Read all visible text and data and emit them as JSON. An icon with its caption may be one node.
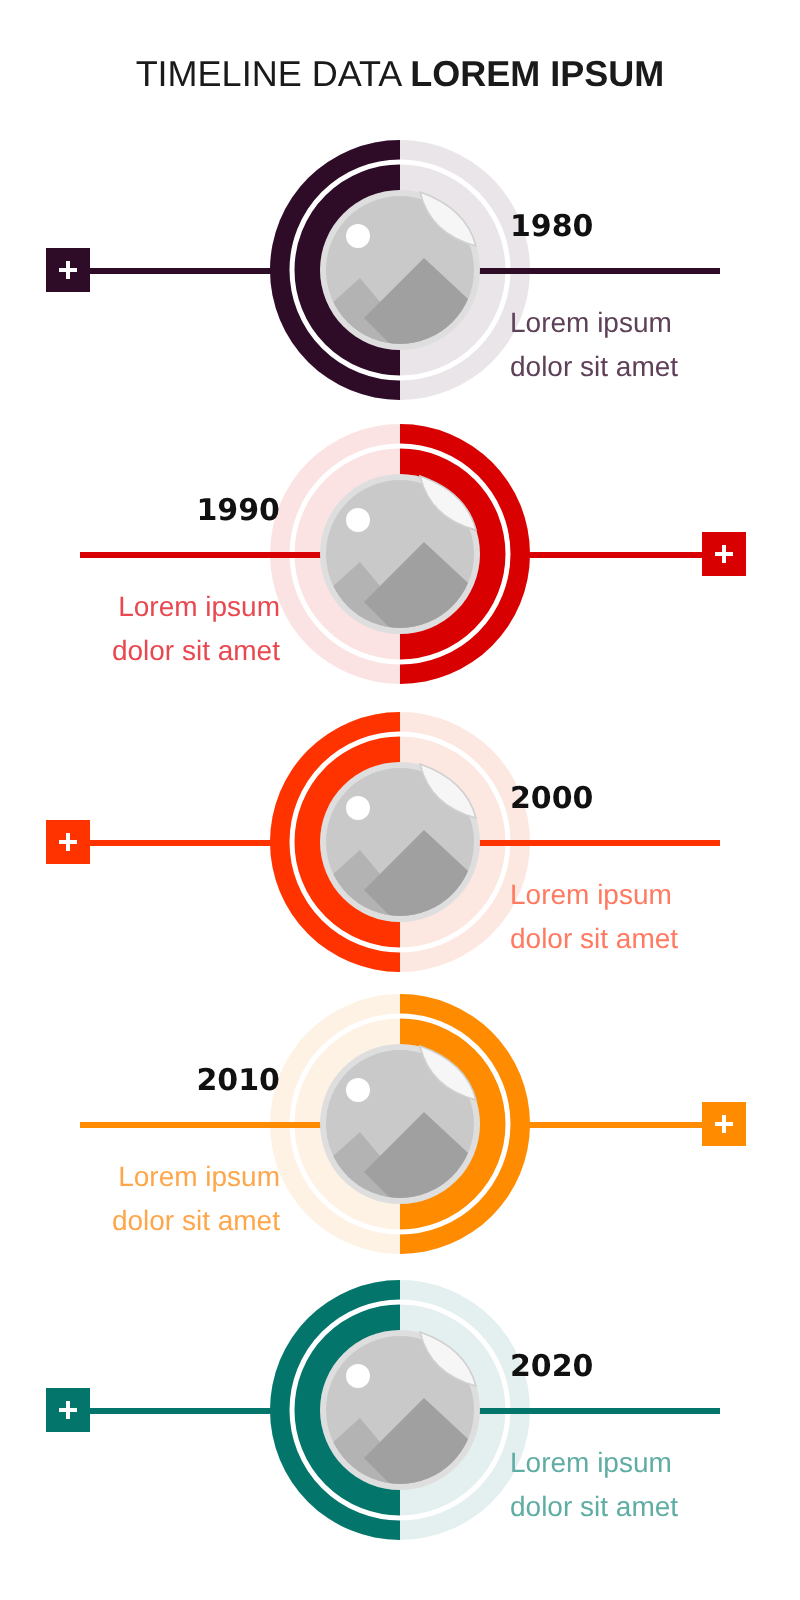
{
  "diagram": {
    "title": "TIMELINE DATA **LOREM IPSUM**",
    "nodes": [
      {
        "text": [],
        "shape": "circle",
        "beside": [
          "1980",
          "Lorem ipsum dolor sit amet"
        ]
      },
      {
        "text": [],
        "shape": "circle",
        "beside": [
          "1990",
          "Lorem ipsum dolor sit amet"
        ]
      },
      {
        "text": [],
        "shape": "circle",
        "beside": [
          "2000",
          "Lorem ipsum dolor sit amet"
        ]
      },
      {
        "text": [],
        "shape": "circle",
        "beside": [
          "2010",
          "Lorem ipsum dolor sit amet"
        ]
      },
      {
        "text": [],
        "shape": "circle",
        "beside": [
          "2020",
          "Lorem ipsum dolor sit amet"
        ]
      }
    ]
  }
}
